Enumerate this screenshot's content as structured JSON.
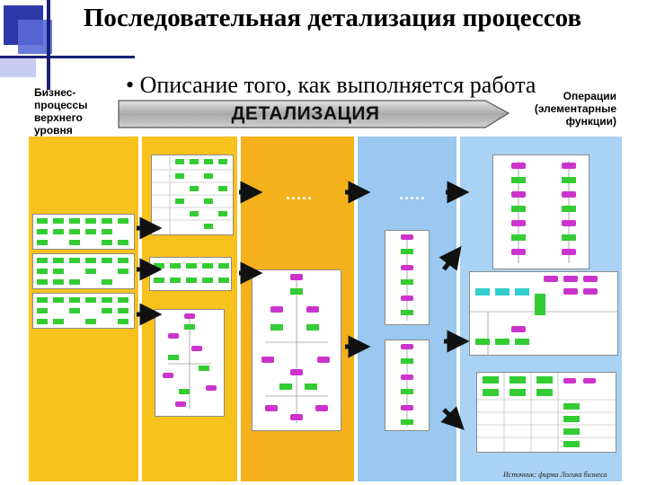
{
  "title": "Последовательная детализация процессов",
  "bullet": "• Описание того, как выполняется работа",
  "left_label": "Бизнес-\nпроцессы\nверхнего\nуровня",
  "right_label": "Операции (элементарные функции)",
  "band_label": "ДЕТАЛИЗАЦИЯ",
  "dots_1": ".....",
  "dots_2": ".....",
  "source": "Источник: фирма Логика бизнеса",
  "colors": {
    "yellow": "#f7c21b",
    "blue": "#9ac8f0",
    "green": "#33cc33",
    "magenta": "#cc33cc",
    "cyan": "#33cccc",
    "arrow": "#111111",
    "band": "#b8b8b8"
  }
}
